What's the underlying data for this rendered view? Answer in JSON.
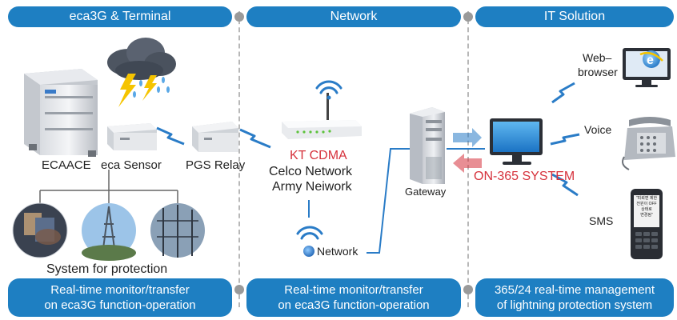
{
  "sections": {
    "left_title": "eca3G & Terminal",
    "middle_title": "Network",
    "right_title": "IT Solution"
  },
  "footers": {
    "left": [
      "Real-time monitor/transfer",
      "on eca3G function-operation"
    ],
    "middle": [
      "Real-time monitor/transfer",
      "on eca3G function-operation"
    ],
    "right": [
      "365/24 real-time management",
      "of lightning protection system"
    ]
  },
  "labels": {
    "ecaace": "ECAACE",
    "eca_sensor": "eca Sensor",
    "pgs_relay": "PGS Relay",
    "kt_cdma": "KT CDMA",
    "celco_network": "Celco  Network",
    "army_network": "Army Neiwork",
    "network": "Network",
    "gateway": "Gateway",
    "system_name": "ON-365 SYSTEM",
    "web_browser_1": "Web–",
    "web_browser_2": "browser",
    "voice": "Voice",
    "sms": "SMS",
    "system_for_protection": "System for protection",
    "phone_screen": [
      "\"피뢰편 제한",
      "전원이 OFF",
      "상태로",
      "변경됨\""
    ]
  },
  "colors": {
    "header_blue": "#1e7fc2",
    "accent_red": "#d6323c",
    "link_blue": "#2a7cc7"
  }
}
